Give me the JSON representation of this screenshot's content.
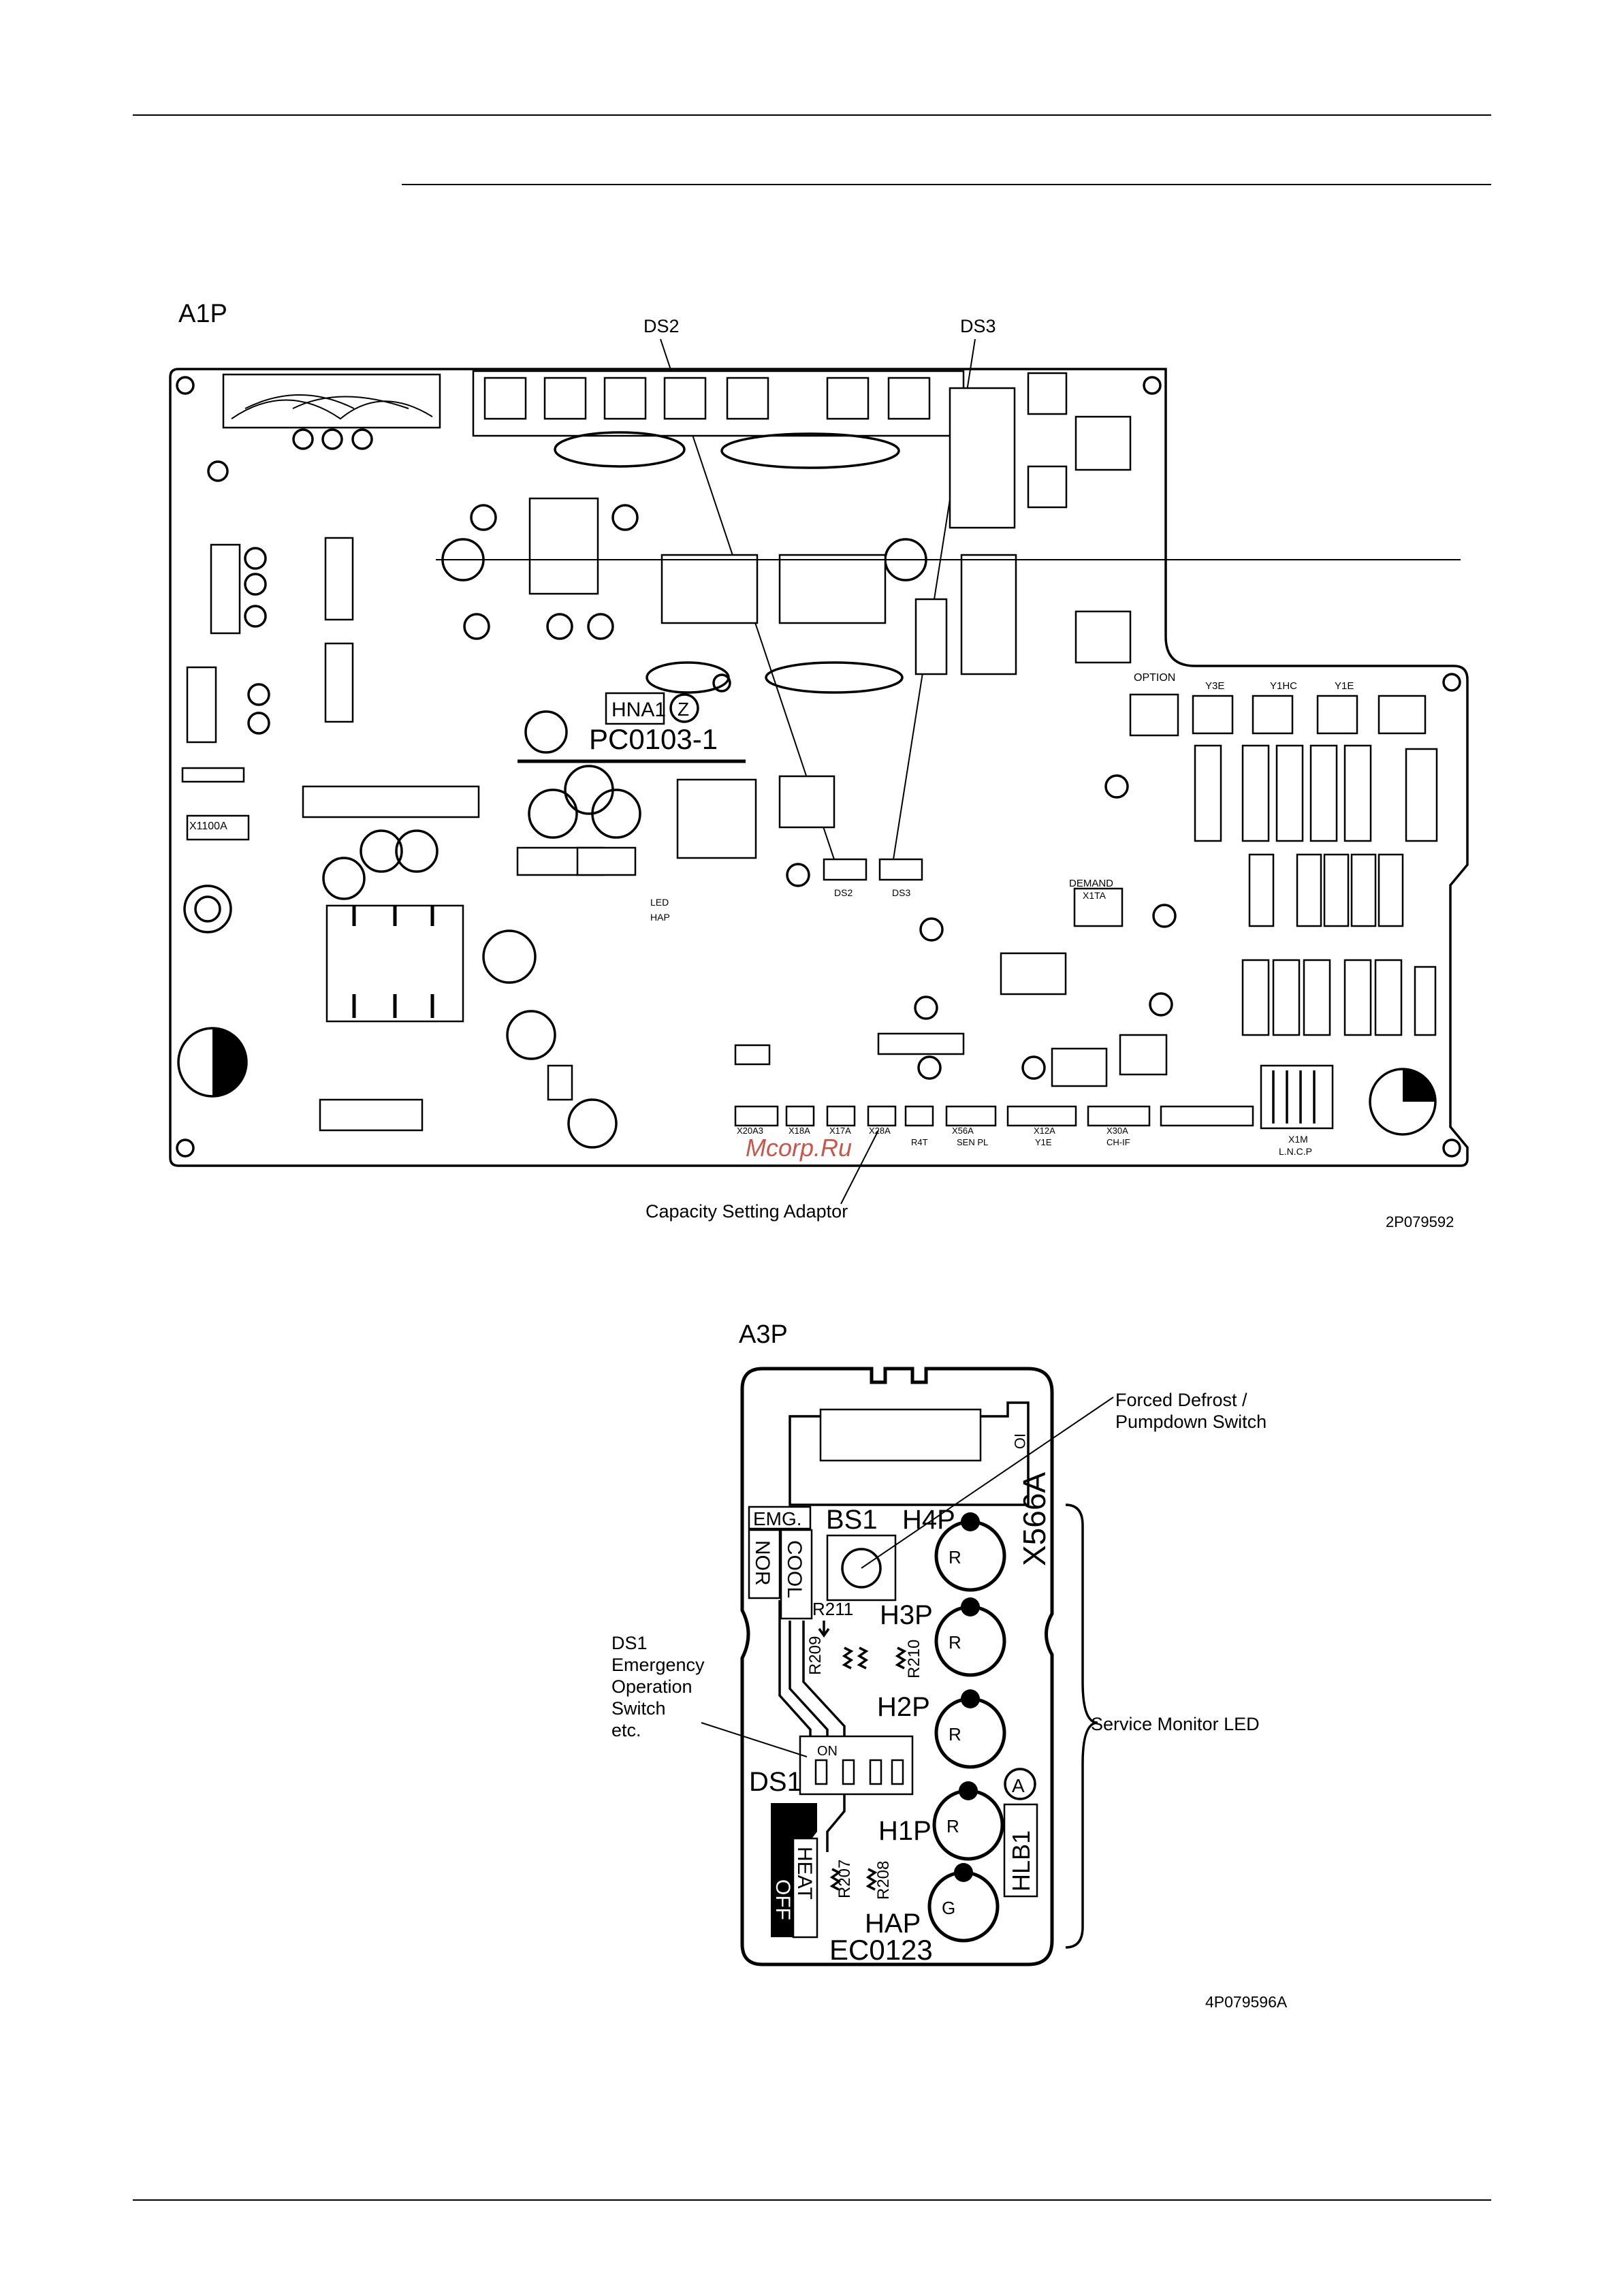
{
  "a1p": {
    "title": "A1P",
    "ds2_label": "DS2",
    "ds3_label": "DS3",
    "capacity_label": "Capacity Setting Adaptor",
    "part_no": "2P079592",
    "board_mark": "HNA1",
    "board_mark_z": "Z",
    "board_code": "PC0103-1",
    "silk": {
      "x1100a": "X1100A",
      "option": "OPTION",
      "y3e": "Y3E",
      "y1hc": "Y1HC",
      "y1e": "Y1E",
      "x20a3": "X20A3",
      "x18a": "X18A",
      "x17a": "X17A",
      "x28a": "X28A",
      "r4t": "R4T",
      "x56a": "X56A",
      "senpl": "SEN PL",
      "x12a": "X12A",
      "y1e2": "Y1E",
      "x30a": "X30A",
      "chif": "CH-IF",
      "x1m": "X1M",
      "lncp": "L.N.C.P",
      "demand": "DEMAND",
      "x1ta": "X1TA",
      "ds2_silk": "DS2",
      "ds3_silk": "DS3",
      "hap_silk": "HAP",
      "led_silk": "LED"
    }
  },
  "a3p": {
    "title": "A3P",
    "forced_defrost_label_1": "Forced Defrost /",
    "forced_defrost_label_2": "Pumpdown Switch",
    "ds1_label_1": "DS1",
    "ds1_label_2": "Emergency",
    "ds1_label_3": "Operation",
    "ds1_label_4": "Switch",
    "ds1_label_5": "etc.",
    "service_monitor_label": "Service Monitor LED",
    "part_no": "4P079596A",
    "board_code": "EC0123",
    "silk": {
      "emg": "EMG.",
      "nor": "NOR",
      "cool": "COOL",
      "bs1": "BS1",
      "h4p": "H4P",
      "h3p": "H3P",
      "h2p": "H2P",
      "h1p": "H1P",
      "hap": "HAP",
      "x566a": "X566A",
      "hlb1": "HLB1",
      "a_mark": "A",
      "r211": "R211",
      "r209": "R209",
      "r210": "R210",
      "r207": "R207",
      "r208": "R208",
      "heat": "HEAT",
      "off": "OFF",
      "on": "ON",
      "ds1": "DS1",
      "led_r": "R",
      "led_g": "G",
      "io": "IO"
    }
  },
  "watermark": "Mcorp.Ru"
}
